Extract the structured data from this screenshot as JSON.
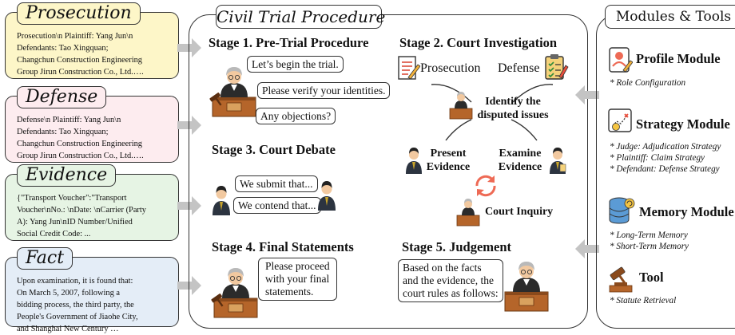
{
  "left": {
    "prosecution": {
      "title": "Prosecution",
      "color": "#fdf6c8",
      "text": "Prosecution\\n Plaintiff: Yang Jun\\n\nDefendants: Tao Xingquan;\nChangchun Construction Engineering\nGroup Jirun Construction Co., Ltd.…."
    },
    "defense": {
      "title": "Defense",
      "color": "#fdecef",
      "text": "Defense\\n Plaintiff: Yang Jun\\n\nDefendants: Tao Xingquan;\nChangchun Construction Engineering\nGroup Jirun Construction Co., Ltd.…."
    },
    "evidence": {
      "title": "Evidence",
      "color": "#e6f4e4",
      "text": "{\"Transport Voucher\":\"Transport\nVoucher\\nNo.: \\nDate: \\nCarrier (Party\nA): Yang Jun\\nID Number/Unified\nSocial Credit Code: ..."
    },
    "fact": {
      "title": "Fact",
      "color": "#e4edf7",
      "text": "Upon examination, it is found that:\nOn March 5, 2007, following a\nbidding process, the third party, the\nPeople's Government of Jiaohe City,\nand Shanghai New Century …"
    }
  },
  "center": {
    "title": "Civil Trial Procedure",
    "stage1": {
      "title": "Stage 1. Pre-Trial Procedure",
      "bubbles": [
        "Let’s begin the trial.",
        "Please verify your identities.",
        "Any objections?"
      ]
    },
    "stage2": {
      "title": "Stage 2. Court Investigation",
      "prosecution": "Prosecution",
      "defense": "Defense",
      "identify": "Identify the\ndisputed issues",
      "present": "Present\nEvidence",
      "examine": "Examine\nEvidence",
      "inquiry": "Court Inquiry"
    },
    "stage3": {
      "title": "Stage 3. Court Debate",
      "bubbles": [
        "We submit that...",
        "We contend that..."
      ]
    },
    "stage4": {
      "title": "Stage 4. Final Statements",
      "bubble": "Please proceed\nwith your final\nstatements."
    },
    "stage5": {
      "title": "Stage 5. Judgement",
      "bubble": "Based on the facts\nand the evidence, the\ncourt rules as follows:"
    }
  },
  "right": {
    "title": "Modules & Tools",
    "profile": {
      "name": "Profile Module",
      "items": [
        "* Role Configuration"
      ]
    },
    "strategy": {
      "name": "Strategy Module",
      "items": [
        "* Judge: Adjudication Strategy",
        "* Plaintiff: Claim Strategy",
        "* Defendant: Defense Strategy"
      ]
    },
    "memory": {
      "name": "Memory Module",
      "items": [
        "* Long-Term Memory",
        "* Short-Term Memory"
      ]
    },
    "tool": {
      "name": "Tool",
      "items": [
        "* Statute Retrieval"
      ]
    }
  },
  "colors": {
    "arrow": "#bdbdbd",
    "judge_robe": "#2b2b2b",
    "bench": "#b5652a",
    "lawyer_suit": "#2c3440",
    "tie": "#c7a32a",
    "cycle": "#ee6a55"
  }
}
